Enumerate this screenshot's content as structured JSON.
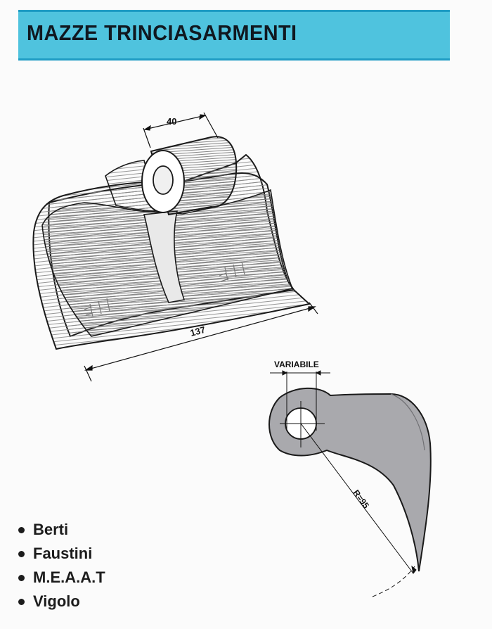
{
  "header": {
    "title": "MAZZE TRINCIASARMENTI"
  },
  "drawing": {
    "dim_width": "40",
    "dim_length": "137",
    "dim_variable": "VARIABILE",
    "dim_radius": "R=95"
  },
  "brands": [
    "Berti",
    "Faustini",
    "M.E.A.A.T",
    "Vigolo"
  ],
  "colors": {
    "title_bar": "#4fc3de",
    "title_border": "#1f9cc4",
    "profile_fill": "#a9a9ad"
  }
}
